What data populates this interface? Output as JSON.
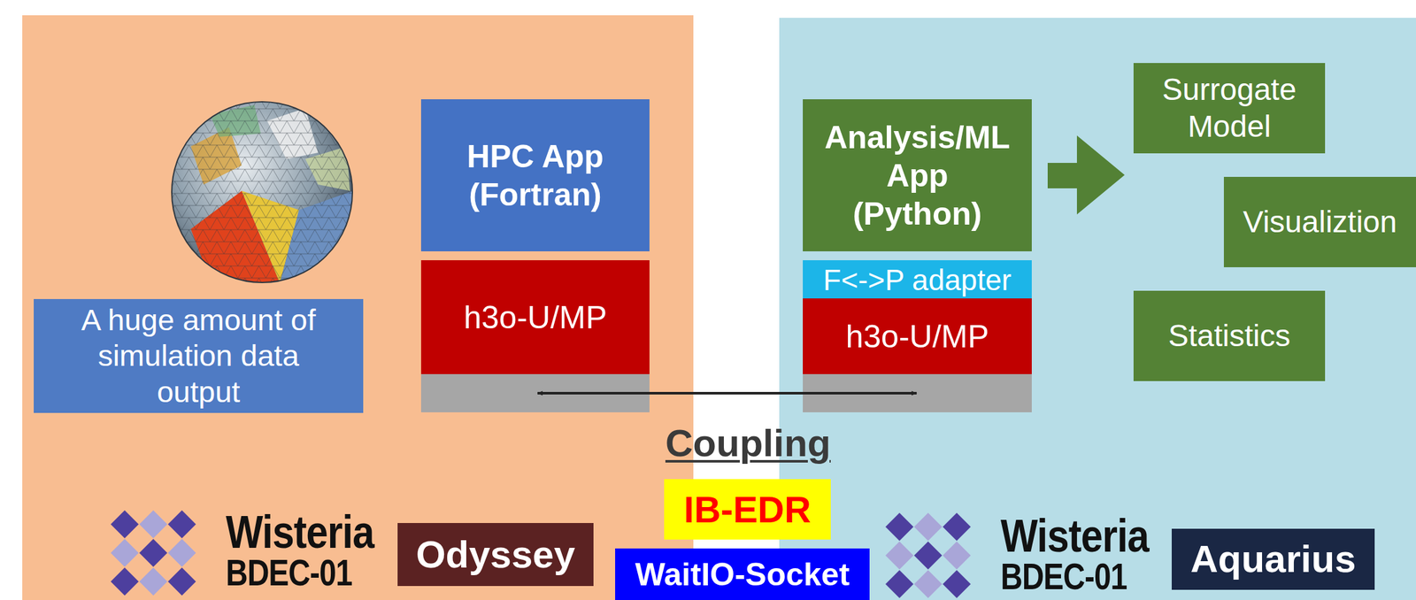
{
  "diagram": {
    "nodes": [
      {
        "text": [
          "HPC App (Fortran)"
        ]
      },
      {
        "text": [
          "h3o-U/MP"
        ]
      },
      {
        "text": [
          "A huge amount of simulation data output"
        ]
      },
      {
        "text": [
          "Analysis/ML App (Python)"
        ]
      },
      {
        "text": [
          "F<->P adapter"
        ]
      },
      {
        "text": [
          "h3o-U/MP"
        ]
      },
      {
        "text": [
          "Surrogate Model"
        ]
      },
      {
        "text": [
          "Visualiztion"
        ]
      },
      {
        "text": [
          "Statistics"
        ]
      },
      {
        "text": [
          "IB-EDR"
        ]
      },
      {
        "text": [
          "WaitIO-Socket"
        ]
      },
      {
        "text": [
          "Odyssey"
        ]
      },
      {
        "text": [
          "Aquarius"
        ]
      }
    ],
    "edges": [
      {
        "from": 1,
        "to": 5,
        "arrow": "both"
      }
    ],
    "labels": [
      "Coupling",
      "Wisteria BDEC-01",
      "Wisteria BDEC-01"
    ]
  }
}
